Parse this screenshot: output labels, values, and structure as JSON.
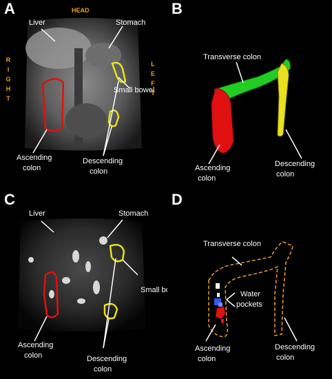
{
  "panels": {
    "a": {
      "letter": "A",
      "orientation": {
        "head": "HEAD",
        "right": "RIGHT",
        "left": "LEFT"
      },
      "labels": {
        "liver": "Liver",
        "stomach": "Stomach",
        "small_bowel": "Small bowel",
        "ascending_1": "Ascending",
        "ascending_2": "colon",
        "descending_1": "Descending",
        "descending_2": "colon"
      }
    },
    "b": {
      "letter": "B",
      "labels": {
        "transverse": "Transverse colon",
        "ascending_1": "Ascending",
        "ascending_2": "colon",
        "descending_1": "Descending",
        "descending_2": "colon"
      }
    },
    "c": {
      "letter": "C",
      "labels": {
        "liver": "Liver",
        "stomach": "Stomach",
        "small_bowel": "Small bowel",
        "ascending_1": "Ascending",
        "ascending_2": "colon",
        "descending_1": "Descending",
        "descending_2": "colon"
      }
    },
    "d": {
      "letter": "D",
      "labels": {
        "transverse": "Transverse colon",
        "water_1": "Water",
        "water_2": "pockets",
        "ascending_1": "Ascending",
        "ascending_2": "colon",
        "descending_1": "Descending",
        "descending_2": "colon"
      }
    }
  },
  "colors": {
    "ascending": "#e01010",
    "transverse": "#22cc22",
    "descending": "#e8e020",
    "orientation": "#f0a020",
    "outline_dashed": "#f0a020"
  }
}
